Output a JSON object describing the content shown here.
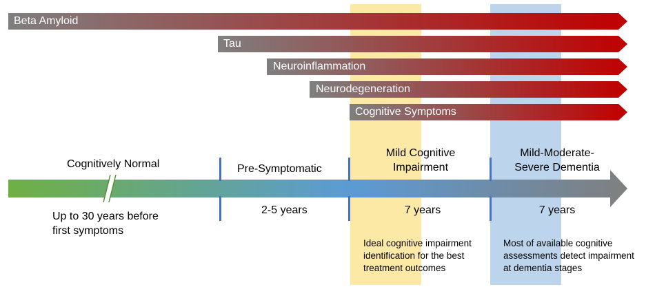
{
  "bars": [
    {
      "label": "Beta Amyloid"
    },
    {
      "label": "Tau"
    },
    {
      "label": "Neuroinflammation"
    },
    {
      "label": "Neurodegeneration"
    },
    {
      "label": "Cognitive Symptoms"
    }
  ],
  "stages": [
    {
      "name": "Cognitively Normal",
      "duration_line1": "Up to 30 years before",
      "duration_line2": "first symptoms"
    },
    {
      "name": "Pre-Symptomatic",
      "duration": "2-5 years"
    },
    {
      "name_line1": "Mild Cognitive",
      "name_line2": "Impairment",
      "duration": "7 years"
    },
    {
      "name_line1": "Mild-Moderate-",
      "name_line2": "Severe Dementia",
      "duration": "7 years"
    }
  ],
  "notes": {
    "mci": [
      "Ideal cognitive impairment",
      "identification for the best",
      "treatment outcomes"
    ],
    "dementia": [
      "Most of available cognitive",
      "assessments detect impairment",
      "at dementia stages"
    ]
  },
  "colors": {
    "bar_start": "#7f7f7f",
    "bar_end": "#c00000",
    "timeline_start": "#6fb043",
    "timeline_mid": "#5b9bd5",
    "timeline_end": "#7f7f7f",
    "band_yellow": "#fde9a6",
    "band_blue": "#bcd5ec",
    "tick": "#4472c4"
  }
}
